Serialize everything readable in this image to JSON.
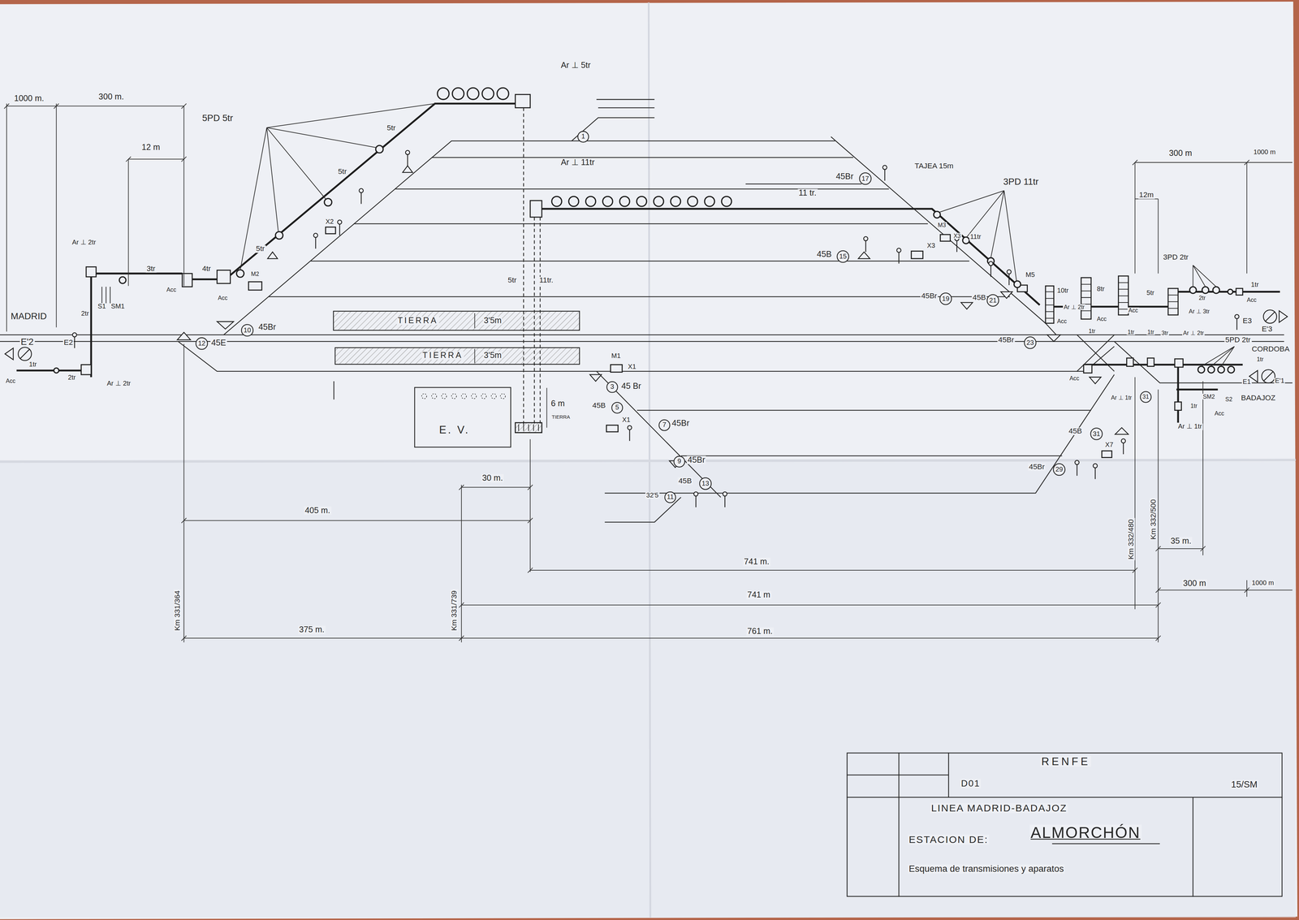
{
  "diagram": {
    "nodes": [
      {
        "text": [
          "TIERRA",
          "3'5m"
        ]
      },
      {
        "text": [
          "TIERRA",
          "3'5m"
        ]
      },
      {
        "text": [
          "E. V."
        ]
      },
      {
        "text": [
          "RENFE",
          "D01",
          "15/SM",
          "LINEA MADRID-BADAJOZ",
          "ESTACION DE:",
          "ALMORCHÓN",
          "Esquema de transmisiones y aparatos"
        ]
      }
    ],
    "labels": [
      "1000 m.",
      "300 m.",
      "12 m",
      "5PD 5tr",
      "5tr",
      "5tr",
      "5tr",
      "Ar ⊥ 5tr",
      "Ar ⊥ 11tr",
      "Ar ⊥ 2tr",
      "3tr",
      "4tr",
      "Acc",
      "Acc",
      "M2",
      "X2",
      "S1",
      "SM1",
      "2tr",
      "MADRID",
      "E'2",
      "E2",
      "1tr",
      "Acc",
      "2tr",
      "Ar ⊥ 2tr",
      "10",
      "45Br",
      "12",
      "45E",
      "5tr",
      "11tr.",
      "11 tr.",
      "6 m",
      "TIERRA",
      "M1",
      "X1",
      "3",
      "45 Br",
      "45B",
      "5",
      "X1",
      "7",
      "45Br",
      "9",
      "45Br",
      "45B",
      "13",
      "32'5",
      "11",
      "1",
      "45Br",
      "17",
      "TAJEA 15m",
      "3PD 11tr",
      "M3",
      "X3",
      "X3",
      "11tr",
      "45B",
      "15",
      "45Br",
      "19",
      "45B",
      "21",
      "M5",
      "10tr",
      "Ar ⊥ 2tr",
      "Acc",
      "8tr",
      "Acc",
      "5tr",
      "Acc",
      "Ar ⊥ 3tr",
      "3PD 2tr",
      "2tr",
      "1tr",
      "Acc",
      "E3",
      "E'3",
      "45Br",
      "23",
      "1tr",
      "1tr",
      "1tr",
      "3tr",
      "Ar ⊥ 2tr",
      "5PD 2tr",
      "CORDOBA",
      "1tr",
      "Acc",
      "Ar ⊥ 1tr",
      "31",
      "E1",
      "E'1",
      "SM2",
      "S2",
      "BADAJOZ",
      "1tr",
      "Acc",
      "Ar ⊥ 1tr",
      "45B",
      "31",
      "X7",
      "45Br",
      "29",
      "300 m",
      "1000 m",
      "12m",
      "35 m.",
      "300 m",
      "1000 m",
      "30 m.",
      "405 m.",
      "741 m.",
      "741 m",
      "375 m.",
      "761 m.",
      "Km 331/364",
      "Km 331/739",
      "Km 332/480",
      "Km 332/500"
    ]
  }
}
